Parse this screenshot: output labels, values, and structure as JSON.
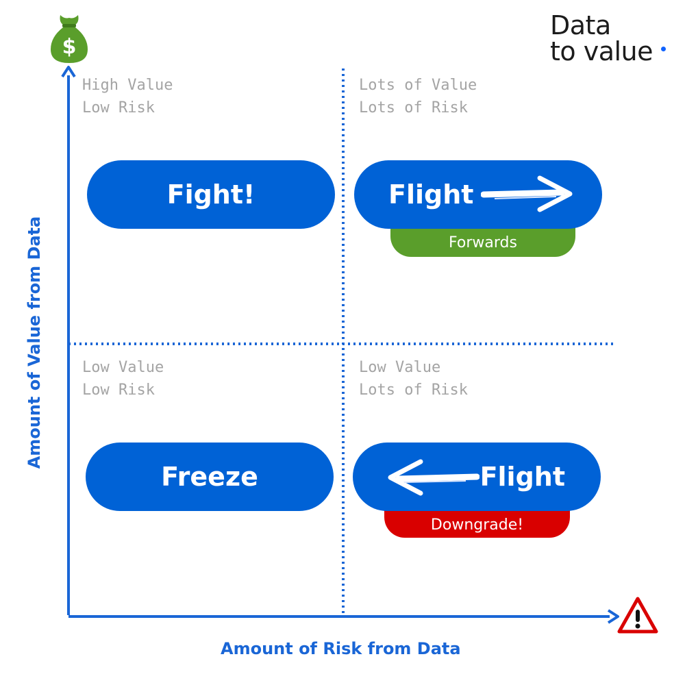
{
  "brand": {
    "line1": "Data",
    "line2": "to value"
  },
  "axes": {
    "y_label": "Amount of Value from Data",
    "x_label": "Amount of Risk from Data",
    "y_icon": "money-bag-icon",
    "x_icon": "warning-triangle-icon"
  },
  "quadrants": {
    "top_left": {
      "line1": "High Value",
      "line2": "Low Risk",
      "action": "Fight!"
    },
    "top_right": {
      "line1": "Lots of Value",
      "line2": "Lots of Risk",
      "action": "Flight",
      "tag": "Forwards",
      "arrow": "right"
    },
    "bottom_left": {
      "line1": "Low Value",
      "line2": "Low Risk",
      "action": "Freeze"
    },
    "bottom_right": {
      "line1": "Low Value",
      "line2": "Lots of Risk",
      "action": "Flight",
      "tag": "Downgrade!",
      "arrow": "left"
    }
  },
  "colors": {
    "pill": "#0062d6",
    "axis": "#1a66d6",
    "forwards_tag": "#5a9e2b",
    "downgrade_tag": "#d90000",
    "money_bag": "#5a9e2b",
    "quadrant_label": "#a4a4a4"
  }
}
